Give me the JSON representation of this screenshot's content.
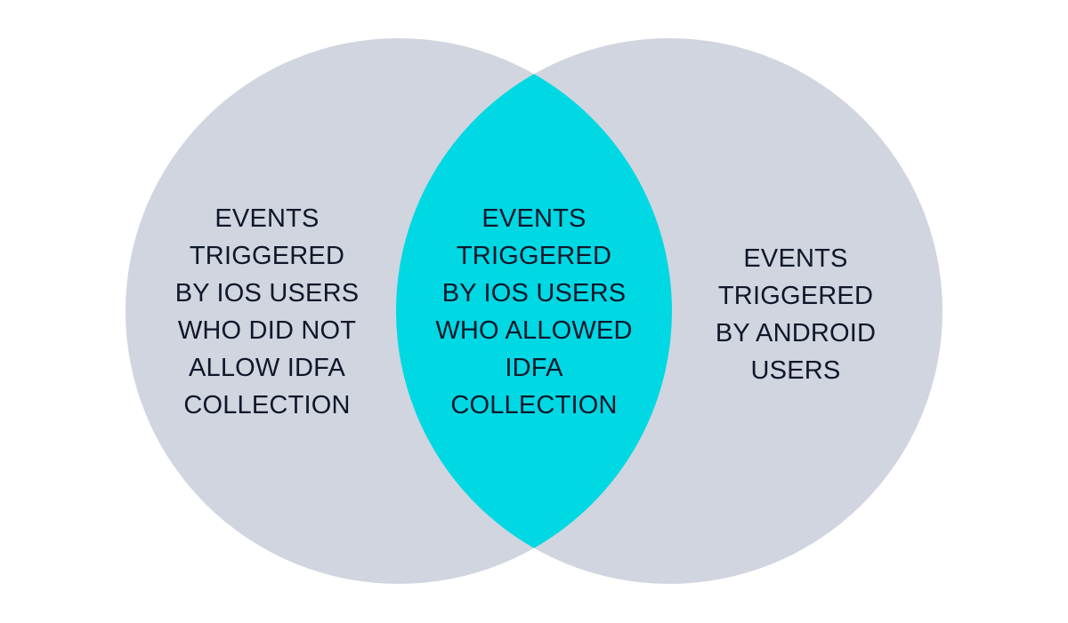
{
  "diagram": {
    "type": "venn",
    "colors": {
      "set_fill": "#d0d5df",
      "intersection_fill": "#00d8e3",
      "text": "#0f172a",
      "background": "#ffffff"
    },
    "left_set": {
      "label": "EVENTS\nTRIGGERED\nBY IOS USERS\nWHO DID NOT\nALLOW IDFA\nCOLLECTION"
    },
    "intersection": {
      "label": "EVENTS\nTRIGGERED\nBY IOS USERS\nWHO ALLOWED\nIDFA\nCOLLECTION"
    },
    "right_set": {
      "label": "EVENTS\nTRIGGERED\nBY ANDROID\nUSERS"
    }
  }
}
